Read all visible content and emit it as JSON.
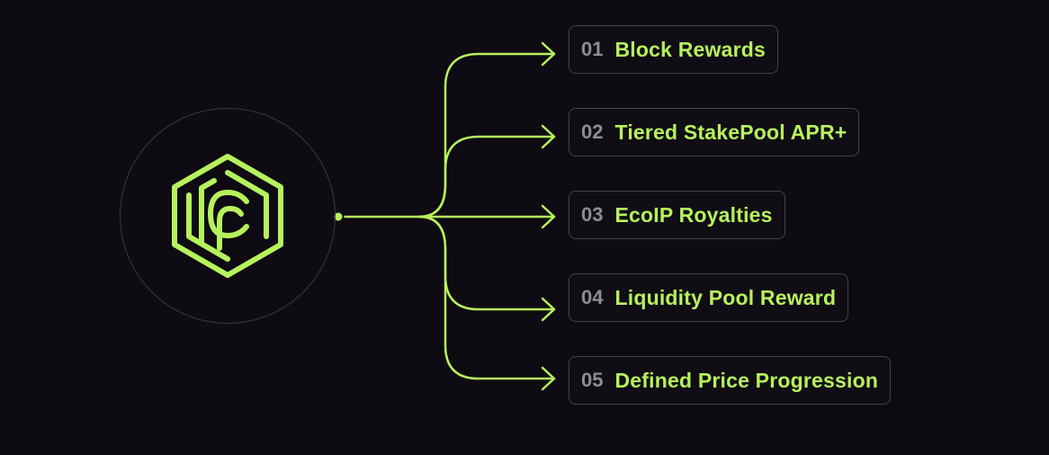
{
  "colors": {
    "background": "#0f0b12",
    "accent": "#b6f25d",
    "number": "#8f8c92",
    "box_border": "#47434b",
    "circle_border": "#3b373f"
  },
  "logo": {
    "icon": "hexagon-c-logo-icon"
  },
  "rewards": [
    {
      "number": "01",
      "label": "Block Rewards"
    },
    {
      "number": "02",
      "label": "Tiered StakePool APR+"
    },
    {
      "number": "03",
      "label": "EcoIP Royalties"
    },
    {
      "number": "04",
      "label": "Liquidity Pool Reward"
    },
    {
      "number": "05",
      "label": "Defined Price Progression"
    }
  ]
}
